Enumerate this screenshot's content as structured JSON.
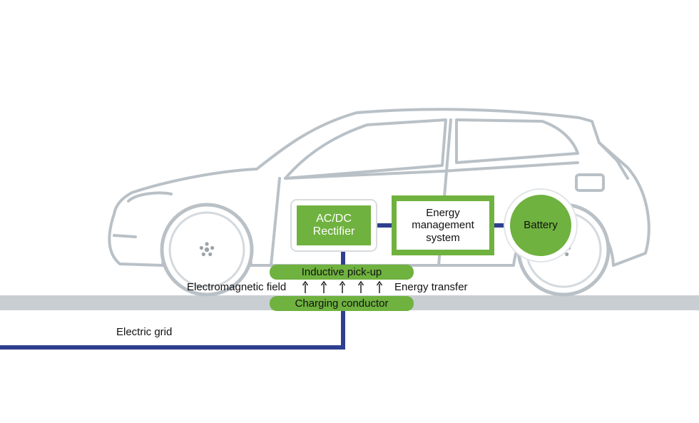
{
  "colors": {
    "accent_green": "#6fb23f",
    "connector_blue": "#2e3f8f",
    "road_gray": "#c9ced3",
    "car_outline": "#b9c1c7"
  },
  "labels": {
    "rectifier": [
      "AC/DC",
      "Rectifier"
    ],
    "ems": [
      "Energy",
      "management",
      "system"
    ],
    "battery": "Battery",
    "pickup": "Inductive pick-up",
    "conductor": "Charging conductor",
    "field": "Electromagnetic field",
    "transfer": "Energy transfer",
    "grid": "Electric grid"
  },
  "icons": {
    "field_arrow": "up-arrow-icon",
    "wheel_hub": "wheel-hub-icon"
  },
  "arrow_count": 5
}
